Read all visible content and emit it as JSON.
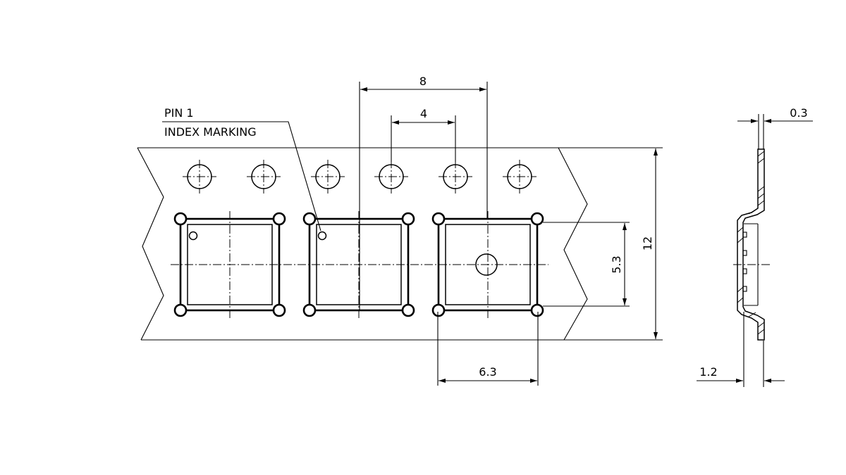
{
  "annotation": {
    "line1": "PIN 1",
    "line2": "INDEX MARKING"
  },
  "dimensions": {
    "sprocket_pitch": "8",
    "hole_pitch": "4",
    "pocket_length": "5.3",
    "tape_width": "12",
    "pocket_width": "6.3",
    "tape_thickness": "0.3",
    "pocket_depth": "1.2"
  },
  "colors": {
    "line": "#000000",
    "background": "#ffffff"
  }
}
